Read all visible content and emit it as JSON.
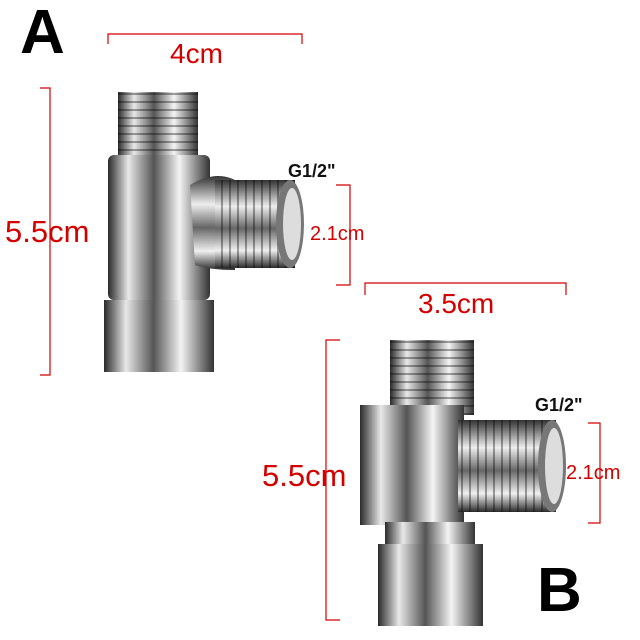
{
  "colors": {
    "dimension": "#d40000",
    "label": "#000000",
    "metal": "#b8b8b8"
  },
  "fitting_a": {
    "letter": "A",
    "width": "4cm",
    "height": "5.5cm",
    "thread": "G1/2\"",
    "thread_diameter": "2.1cm"
  },
  "fitting_b": {
    "letter": "B",
    "width": "3.5cm",
    "height": "5.5cm",
    "thread": "G1/2\"",
    "thread_diameter": "2.1cm"
  }
}
